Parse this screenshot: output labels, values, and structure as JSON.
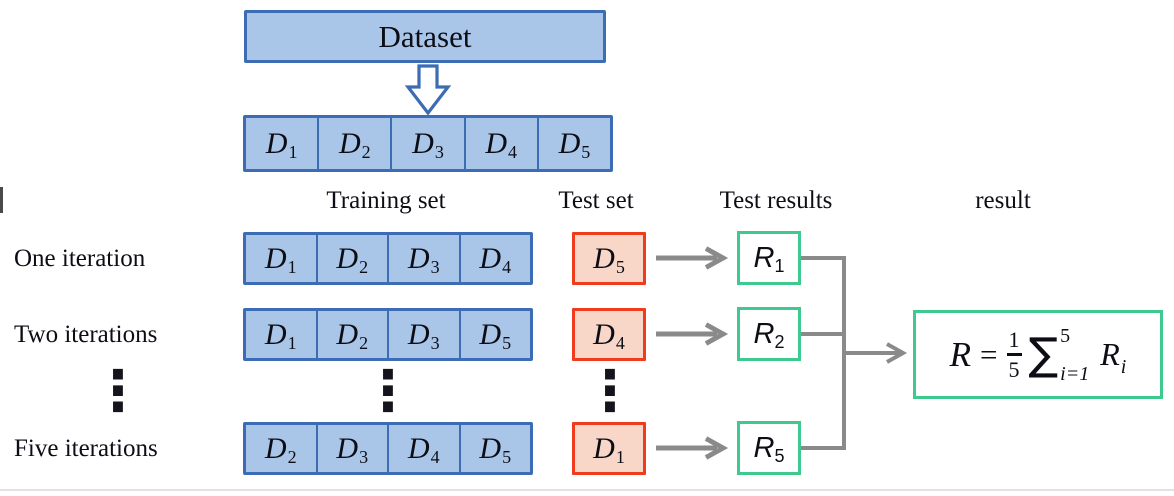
{
  "diagram": {
    "title_box": "Dataset",
    "partitions": [
      {
        "base": "D",
        "sub": "1"
      },
      {
        "base": "D",
        "sub": "2"
      },
      {
        "base": "D",
        "sub": "3"
      },
      {
        "base": "D",
        "sub": "4"
      },
      {
        "base": "D",
        "sub": "5"
      }
    ],
    "headers": {
      "training": "Training set",
      "test": "Test set",
      "test_results": "Test results",
      "result": "result"
    },
    "rows": [
      {
        "label": "One iteration",
        "training": [
          {
            "base": "D",
            "sub": "1"
          },
          {
            "base": "D",
            "sub": "2"
          },
          {
            "base": "D",
            "sub": "3"
          },
          {
            "base": "D",
            "sub": "4"
          }
        ],
        "test": {
          "base": "D",
          "sub": "5"
        },
        "result": {
          "base": "R",
          "sub": "1"
        }
      },
      {
        "label": "Two iterations",
        "training": [
          {
            "base": "D",
            "sub": "1"
          },
          {
            "base": "D",
            "sub": "2"
          },
          {
            "base": "D",
            "sub": "3"
          },
          {
            "base": "D",
            "sub": "5"
          }
        ],
        "test": {
          "base": "D",
          "sub": "4"
        },
        "result": {
          "base": "R",
          "sub": "2"
        }
      },
      {
        "label": "Five iterations",
        "training": [
          {
            "base": "D",
            "sub": "2"
          },
          {
            "base": "D",
            "sub": "3"
          },
          {
            "base": "D",
            "sub": "4"
          },
          {
            "base": "D",
            "sub": "5"
          }
        ],
        "test": {
          "base": "D",
          "sub": "1"
        },
        "result": {
          "base": "R",
          "sub": "5"
        }
      }
    ],
    "ellipsis": "⋮",
    "formula": {
      "lhs": "R",
      "equals": "=",
      "numerator": "1",
      "denominator": "5",
      "sigma": "∑",
      "upper_limit": "5",
      "lower_limit": "i=1",
      "term_base": "R",
      "term_sub": "i"
    },
    "colors": {
      "box_blue_fill": "#a9c6e9",
      "box_blue_border": "#3b6cb4",
      "test_red_border": "#ee3c1d",
      "test_red_fill": "#f8d7c8",
      "result_green_border": "#3ec98e",
      "connector_gray": "#8a8a8a"
    }
  }
}
